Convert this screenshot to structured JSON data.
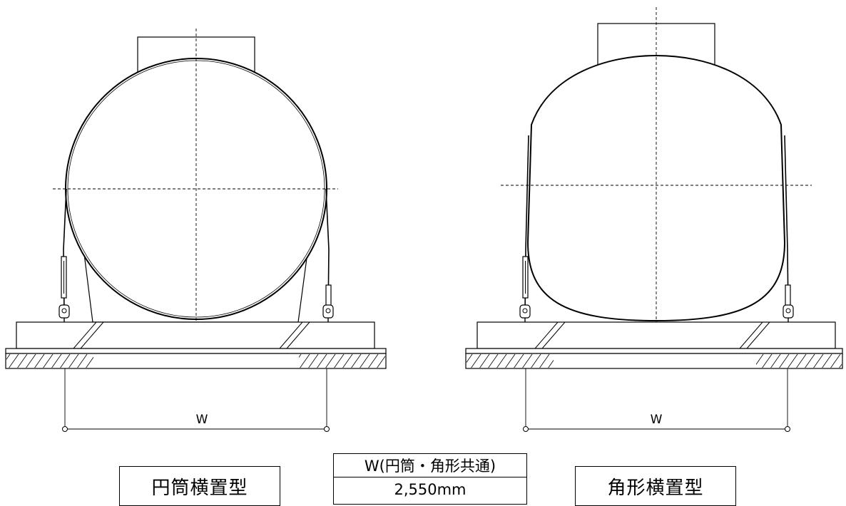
{
  "drawing": {
    "left_type": {
      "name": "円筒横置型",
      "dimension_label": "W"
    },
    "right_type": {
      "name": "角形横置型",
      "dimension_label": "W"
    }
  },
  "spec_table": {
    "header": "W(円筒・角形共通)",
    "value": "2,550mm"
  }
}
